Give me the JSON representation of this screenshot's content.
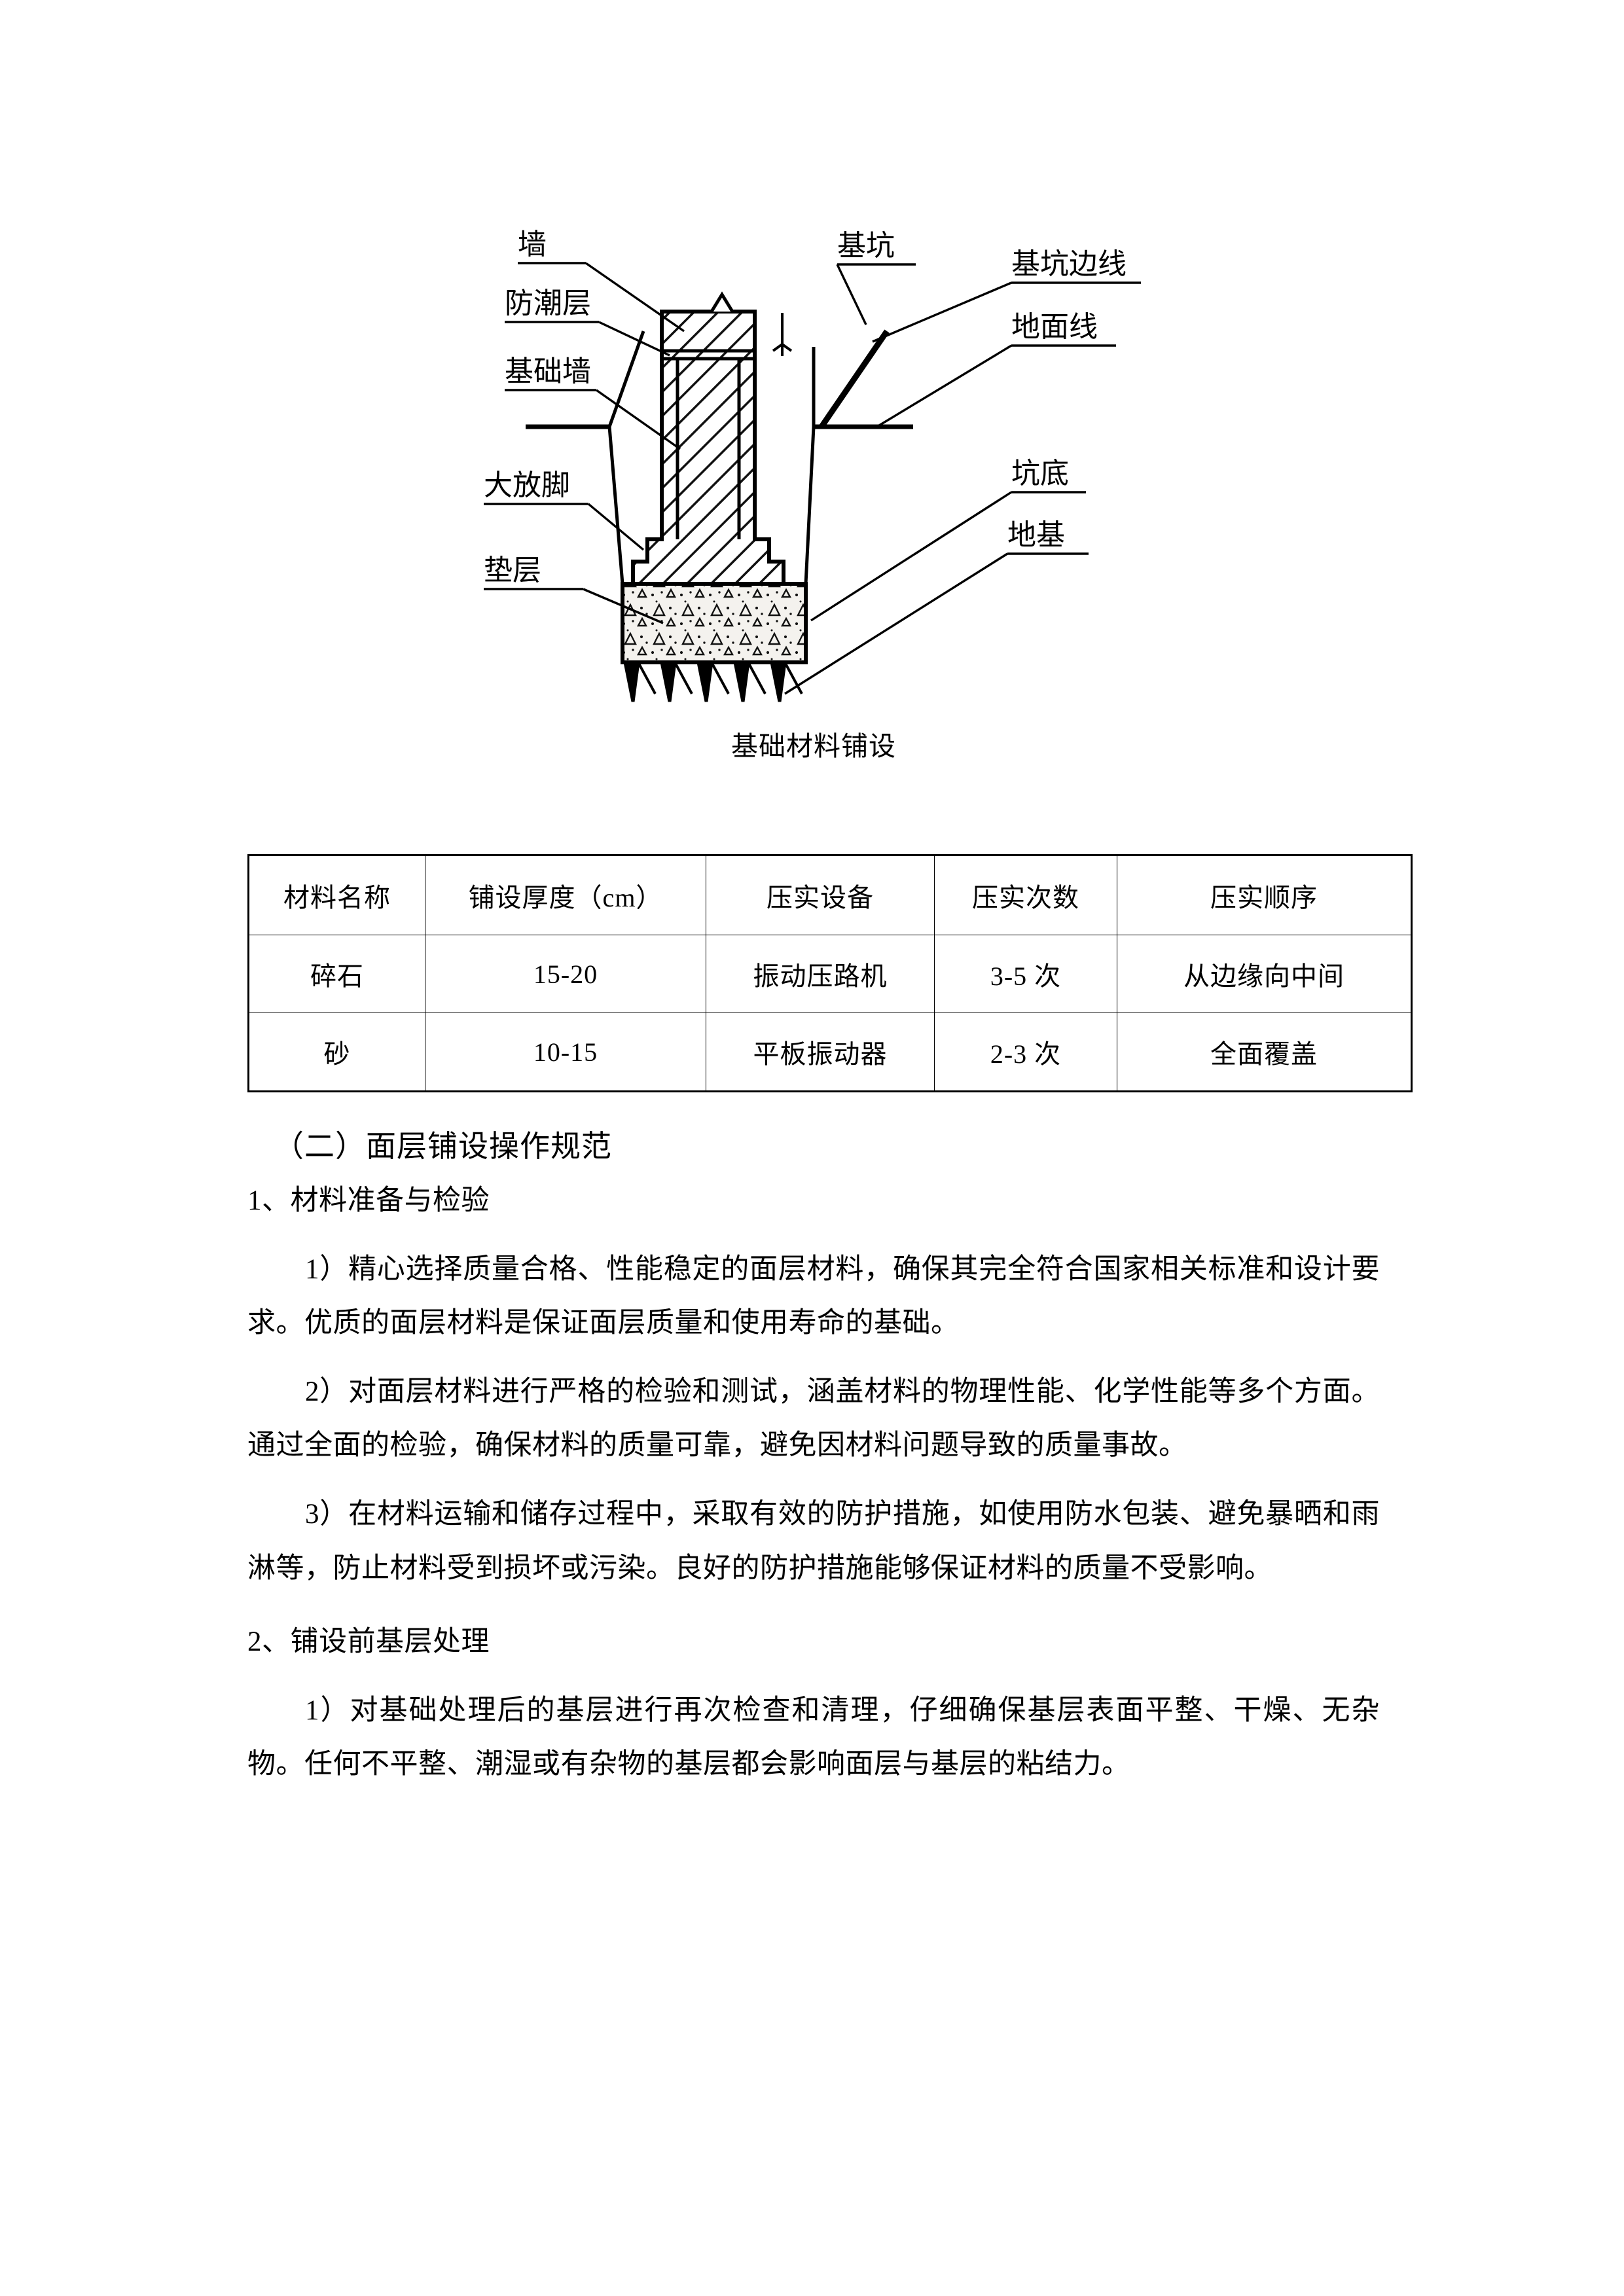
{
  "figure": {
    "caption": "基础材料铺设",
    "labels": {
      "wall": "墙",
      "damp_proof_course": "防潮层",
      "foundation_wall": "基础墙",
      "footing_steps": "大放脚",
      "cushion_layer": "垫层",
      "foundation_pit": "基坑",
      "pit_boundary_line": "基坑边线",
      "ground_line": "地面线",
      "pit_bottom": "坑底",
      "subgrade": "地基"
    }
  },
  "table": {
    "headers": [
      "材料名称",
      "铺设厚度（cm）",
      "压实设备",
      "压实次数",
      "压实顺序"
    ],
    "rows": [
      {
        "material": "碎石",
        "thickness": "15-20",
        "equipment": "振动压路机",
        "passes": "3-5 次",
        "order": "从边缘向中间"
      },
      {
        "material": "砂",
        "thickness": "10-15",
        "equipment": "平板振动器",
        "passes": "2-3 次",
        "order": "全面覆盖"
      }
    ]
  },
  "section": {
    "heading": "（二）面层铺设操作规范",
    "sub1_heading": "1、材料准备与检验",
    "sub1_item1": "1）精心选择质量合格、性能稳定的面层材料，确保其完全符合国家相关标准和设计要求。优质的面层材料是保证面层质量和使用寿命的基础。",
    "sub1_item2": "2）对面层材料进行严格的检验和测试，涵盖材料的物理性能、化学性能等多个方面。通过全面的检验，确保材料的质量可靠，避免因材料问题导致的质量事故。",
    "sub1_item3": "3）在材料运输和储存过程中，采取有效的防护措施，如使用防水包装、避免暴晒和雨淋等，防止材料受到损坏或污染。良好的防护措施能够保证材料的质量不受影响。",
    "sub2_heading": "2、铺设前基层处理",
    "sub2_item1": "1）对基础处理后的基层进行再次检查和清理，仔细确保基层表面平整、干燥、无杂物。任何不平整、潮湿或有杂物的基层都会影响面层与基层的粘结力。"
  },
  "colors": {
    "ink": "#000000",
    "paper": "#ffffff",
    "hatch": "#1a1a1a",
    "cushion_fill": "#f4f2ee"
  }
}
